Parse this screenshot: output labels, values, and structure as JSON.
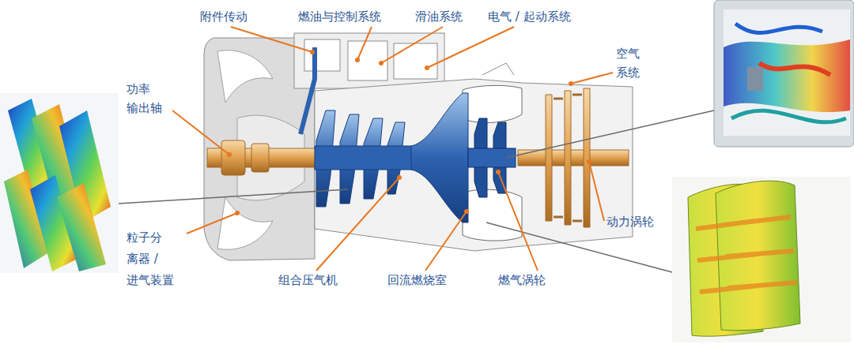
{
  "diagram": {
    "labels": [
      "附件传动",
      "燃油与控制系统",
      "滑油系统",
      "电气 / 起动系统",
      "空气 系统",
      "功率 输出轴",
      "粒子分 离器 / 进气装置",
      "组合压气机",
      "回流燃烧室",
      "燃气涡轮",
      "动力涡轮"
    ]
  }
}
